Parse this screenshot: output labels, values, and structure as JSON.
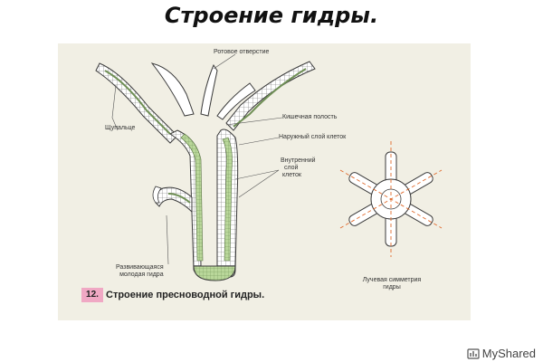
{
  "slide": {
    "title": "Строение гидры."
  },
  "figure": {
    "caption_number": "12.",
    "caption": "Строение пресноводной гидры.",
    "labels": {
      "mouth": "Ротовое отверстие",
      "tentacle": "Щупальце",
      "gut_cavity": "Кишечная полость",
      "outer_layer": "Наружный слой клеток",
      "inner_layer_1": "Внутренний",
      "inner_layer_2": "слой",
      "inner_layer_3": "клеток",
      "bud_1": "Развивающаяся",
      "bud_2": "молодая гидра",
      "symmetry_1": "Лучевая симметрия",
      "symmetry_2": "гидры"
    }
  },
  "watermark": {
    "logo": "MyShared",
    "icon": "myshared-logo-icon"
  },
  "colors": {
    "paper": "#f1efe4",
    "outer_cells": "#ffffff",
    "inner_cells": "#b9d79a",
    "outline": "#3a3a3a",
    "symmetry_lines": "#e06a2c",
    "caption_badge": "#f0a8c4"
  }
}
